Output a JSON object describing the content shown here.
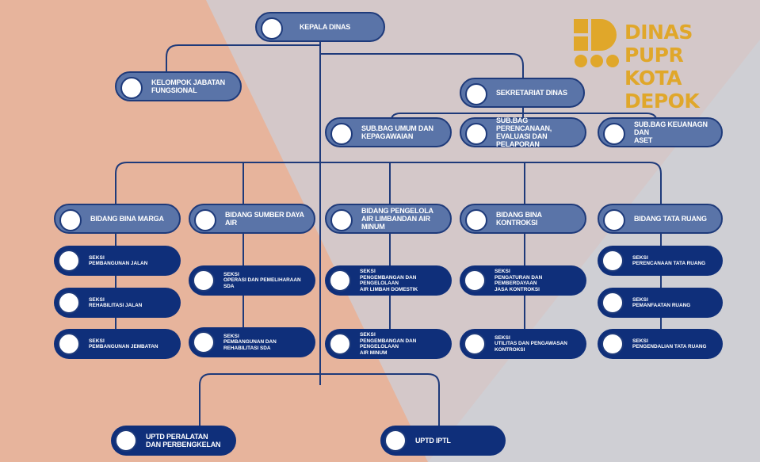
{
  "brand": {
    "line1": "DINAS PUPR",
    "line2": "KOTA DEPOK",
    "color": "#e0a72a"
  },
  "colors": {
    "light_node": "#5a74a8",
    "dark_node": "#0f2f7a",
    "connector": "#1e3a7a",
    "background_left": "#e7b49c",
    "background_right": "#cfcfd4"
  },
  "head": {
    "label": "KEPALA DINAS"
  },
  "functional": {
    "label1": "KELOMPOK JABATAN",
    "label2": "FUNGSIONAL"
  },
  "secretariat": {
    "label": "SEKRETARIAT DINAS",
    "subs": [
      {
        "label1": "SUB.BAG UMUM DAN",
        "label2": "KEPAGAWAIAN"
      },
      {
        "label1": "SUB.BAG PERENCANAAN,",
        "label2": "EVALUASI DAN PELAPORAN"
      },
      {
        "label1": "SUB.BAG KEUANAGN DAN",
        "label2": "ASET"
      }
    ]
  },
  "bidang": [
    {
      "label1": "BIDANG BINA MARGA",
      "label2": "",
      "seksi": [
        {
          "label1": "SEKSI",
          "label2": "PEMBANGUNAN JALAN",
          "label3": ""
        },
        {
          "label1": "SEKSI",
          "label2": "REHABILITASI JALAN",
          "label3": ""
        },
        {
          "label1": "SEKSI",
          "label2": "PEMBANGUNAN JEMBATAN",
          "label3": ""
        }
      ]
    },
    {
      "label1": "BIDANG SUMBER DAYA AIR",
      "label2": "",
      "seksi": [
        {
          "label1": "SEKSI",
          "label2": "OPERASI DAN PEMELIHARAAN SDA",
          "label3": ""
        },
        {
          "label1": "SEKSI",
          "label2": "PEMBANGUNAN DAN REHABILITASI SDA",
          "label3": ""
        }
      ]
    },
    {
      "label1": "BIDANG PENGELOLA",
      "label2": "AIR LIMBANDAN AIR MINUM",
      "seksi": [
        {
          "label1": "SEKSI",
          "label2": "PENGEMBANGAN DAN PENGELOLAAN",
          "label3": "AIR LIMBAH DOMESTIK"
        },
        {
          "label1": "SEKSI",
          "label2": "PENGEMBANGAN DAN PENGELOLAAN",
          "label3": "AIR MINUM"
        }
      ]
    },
    {
      "label1": "BIDANG BINA KONTROKSI",
      "label2": "",
      "seksi": [
        {
          "label1": "SEKSI",
          "label2": "PENGATURAN DAN PEMBERDAYAAN",
          "label3": "JASA KONTROKSI"
        },
        {
          "label1": "SEKSI",
          "label2": "UTILITAS DAN PENGAWASAN",
          "label3": "KONTROKSI"
        }
      ]
    },
    {
      "label1": "BIDANG TATA RUANG",
      "label2": "",
      "seksi": [
        {
          "label1": "SEKSI",
          "label2": "PERENCANAAN TATA RUANG",
          "label3": ""
        },
        {
          "label1": "SEKSI",
          "label2": "PEMANFAATAN RUANG",
          "label3": ""
        },
        {
          "label1": "SEKSI",
          "label2": "PENGENDALIAN TATA RUANG",
          "label3": ""
        }
      ]
    }
  ],
  "uptd": [
    {
      "label1": "UPTD PERALATAN",
      "label2": "DAN PERBENGKELAN"
    },
    {
      "label1": "UPTD IPTL",
      "label2": ""
    }
  ]
}
